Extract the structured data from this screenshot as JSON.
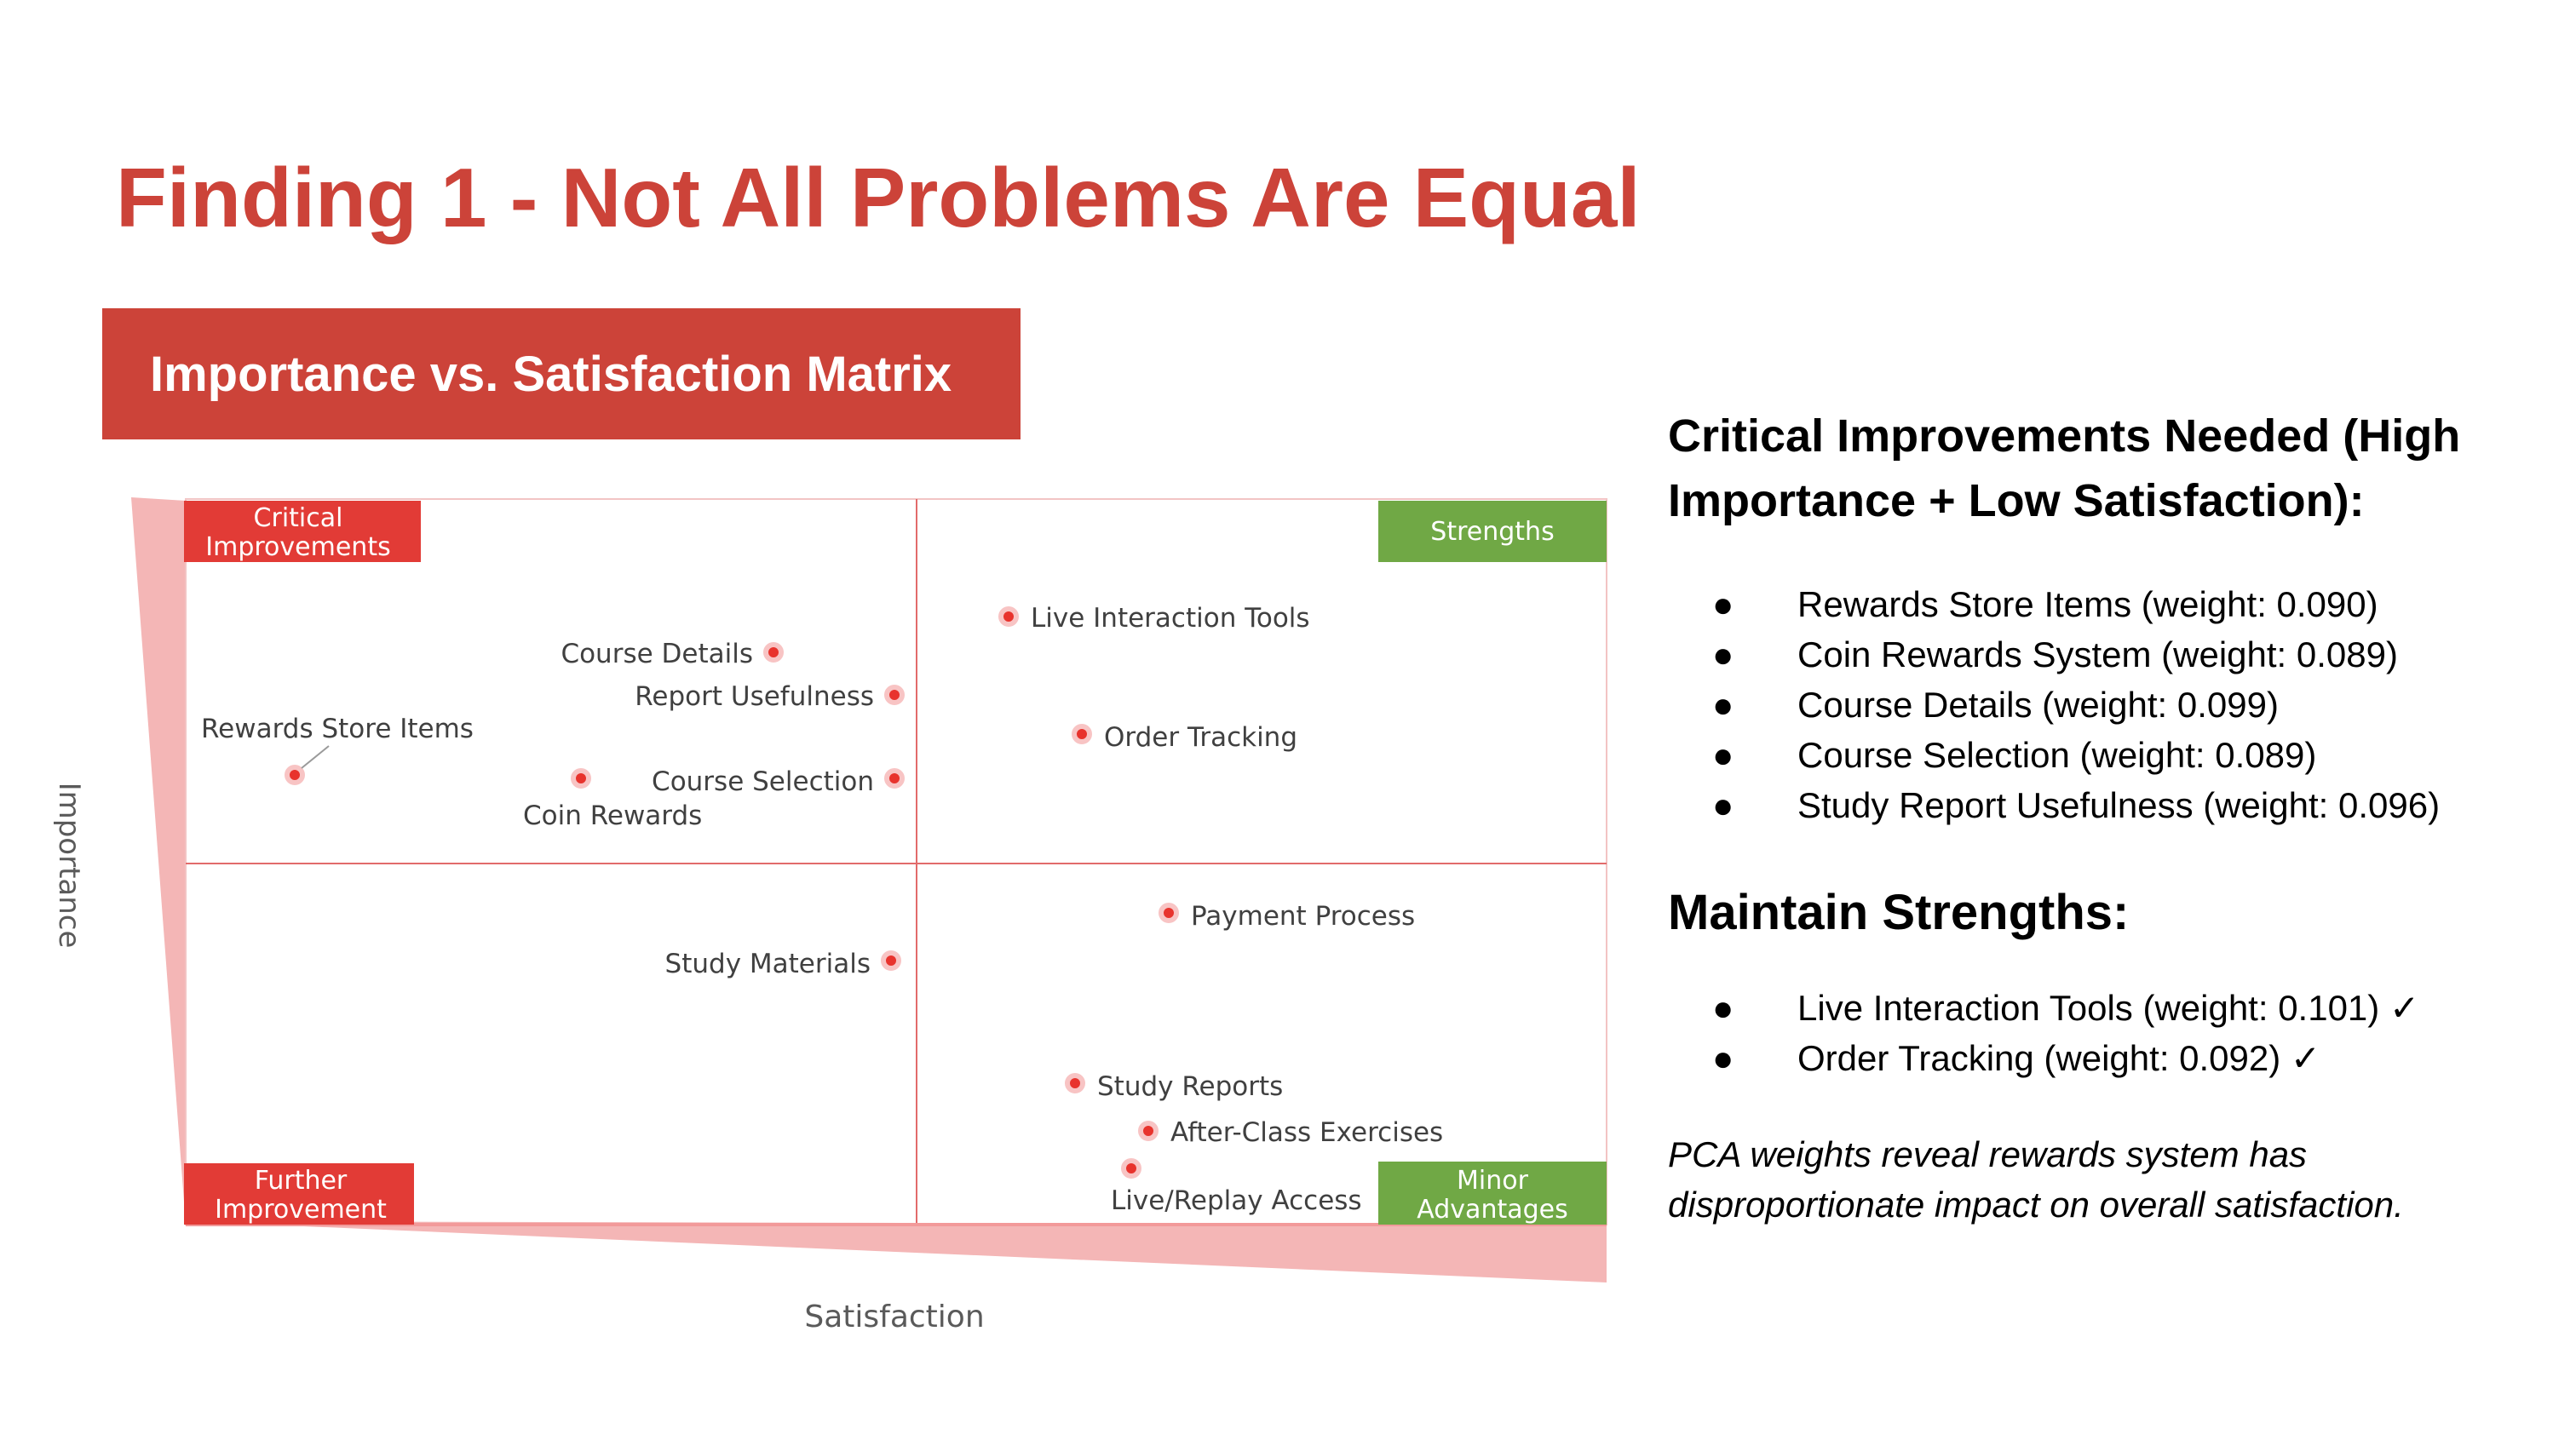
{
  "title": "Finding 1 - Not All Problems Are Equal",
  "banner": "Importance vs. Satisfaction Matrix",
  "matrix": {
    "y_axis_label": "Importance",
    "x_axis_label": "Satisfaction",
    "quadrant_labels": {
      "critical_line1": "Critical",
      "critical_line2": "Improvements",
      "strengths": "Strengths",
      "further_line1": "Further",
      "further_line2": "Improvement",
      "minor_line1": "Minor",
      "minor_line2": "Advantages"
    },
    "points": {
      "course_details": "Course Details",
      "report_usefulness": "Report Usefulness",
      "rewards_store_items": "Rewards Store Items",
      "coin_rewards": "Coin Rewards",
      "course_selection": "Course Selection",
      "live_interaction_tools": "Live Interaction Tools",
      "order_tracking": "Order Tracking",
      "study_materials": "Study Materials",
      "payment_process": "Payment Process",
      "study_reports": "Study Reports",
      "after_class_exercises": "After-Class Exercises",
      "live_replay_access": "Live/Replay Access"
    },
    "colors": {
      "point": "#e8332d",
      "critical": "#e23b36",
      "strength": "#70a845",
      "gridline": "#e26b6b",
      "wedge": "#f4b6b6"
    }
  },
  "critical_heading": "Critical Improvements Needed (High Importance + Low Satisfaction):",
  "critical_items": [
    "Rewards Store Items (weight: 0.090)",
    "Coin Rewards System (weight: 0.089)",
    "Course Details (weight: 0.099)",
    "Course Selection (weight: 0.089)",
    "Study Report Usefulness (weight: 0.096)"
  ],
  "strengths_heading": "Maintain Strengths:",
  "strength_items": [
    "Live Interaction Tools (weight: 0.101) ✓",
    "Order Tracking (weight: 0.092) ✓"
  ],
  "note": "PCA weights reveal rewards system has disproportionate impact on overall satisfaction."
}
